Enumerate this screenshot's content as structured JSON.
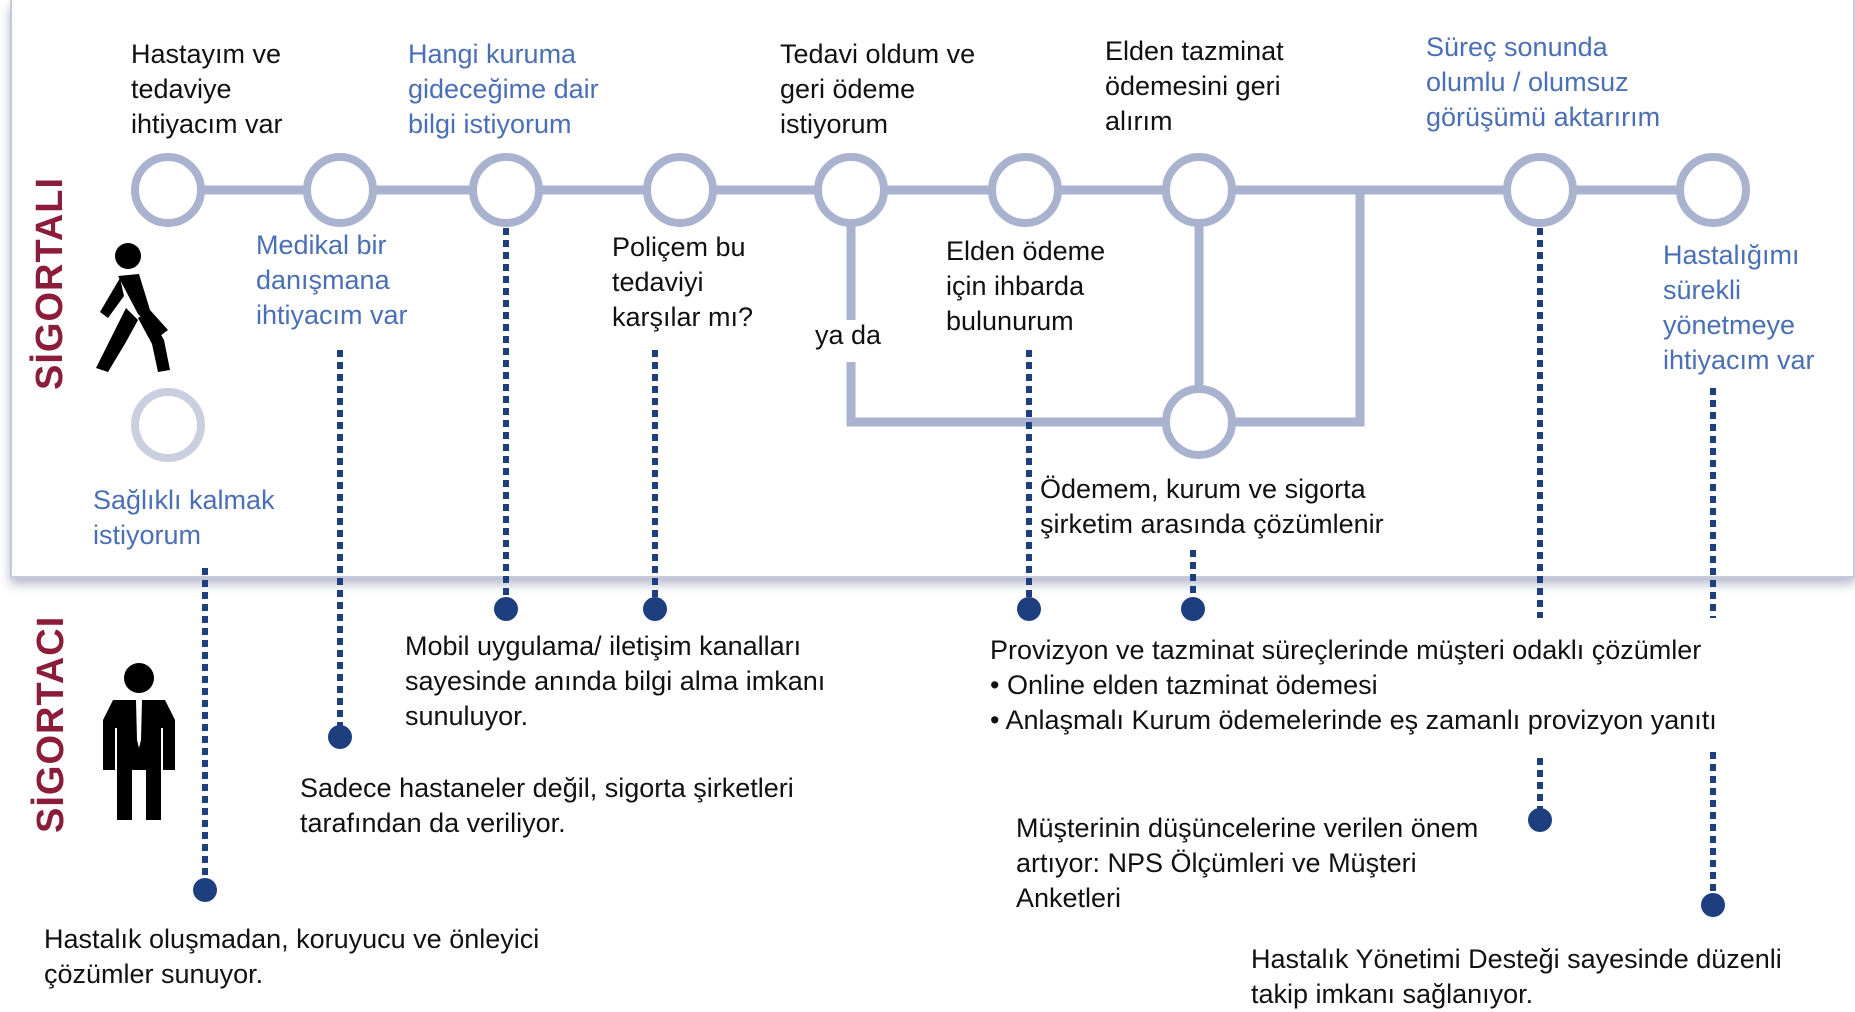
{
  "colors": {
    "line": "#a9b3cf",
    "node_border": "#a9b3cf",
    "dot": "#1d3f80",
    "blue_text": "#4a6fb5",
    "maroon": "#8b1d3b"
  },
  "side_labels": {
    "sigortali": "SİGORTALI",
    "sigortaci": "SİGORTACI"
  },
  "icons": {
    "insured": "walking-person-icon",
    "insurer": "business-person-icon"
  },
  "steps": {
    "s1": [
      "Hastayım ve",
      "tedaviye",
      "ihtiyacım var"
    ],
    "s2": [
      "Medikal bir",
      "danışmana",
      "ihtiyacım var"
    ],
    "s3": [
      "Hangi kuruma",
      "gideceğime dair",
      "bilgi istiyorum"
    ],
    "s4": [
      "Poliçem bu",
      "tedaviyi",
      "karşılar mı?"
    ],
    "s5": [
      "Tedavi oldum ve",
      "geri ödeme",
      "istiyorum"
    ],
    "s5_or": "ya da",
    "s6": [
      "Elden ödeme",
      "için ihbarda",
      "bulunurum"
    ],
    "s7": [
      "Elden tazminat",
      "ödemesini  geri",
      "alırım"
    ],
    "s8": [
      "Süreç sonunda",
      "olumlu / olumsuz",
      "görüşümü aktarırım"
    ],
    "s9": [
      "Hastalığımı",
      "sürekli",
      "yönetmeye",
      "ihtiyacım var"
    ],
    "healthy": [
      "Sağlıklı kalmak",
      "istiyorum"
    ],
    "resolve": [
      "Ödemem, kurum ve sigorta",
      "şirketim arasında çözümlenir"
    ]
  },
  "insurer": {
    "preventive": [
      "Hastalık oluşmadan, koruyucu ve önleyici",
      "çözümler sunuyor."
    ],
    "advisors": [
      "Sadece hastaneler değil, sigorta şirketleri",
      "tarafından da veriliyor."
    ],
    "mobile": [
      "Mobil uygulama/ iletişim kanalları",
      "sayesinde anında bilgi alma imkanı",
      "sunuluyor."
    ],
    "provision": [
      "Provizyon ve tazminat süreçlerinde müşteri odaklı çözümler",
      "• Online elden tazminat ödemesi",
      "• Anlaşmalı Kurum ödemelerinde eş zamanlı provizyon yanıtı"
    ],
    "nps": [
      "Müşterinin düşüncelerine verilen önem",
      "artıyor: NPS Ölçümleri ve Müşteri",
      "Anketleri"
    ],
    "disease_mgmt": [
      "Hastalık Yönetimi Desteği sayesinde düzenli",
      "takip imkanı sağlanıyor."
    ]
  }
}
